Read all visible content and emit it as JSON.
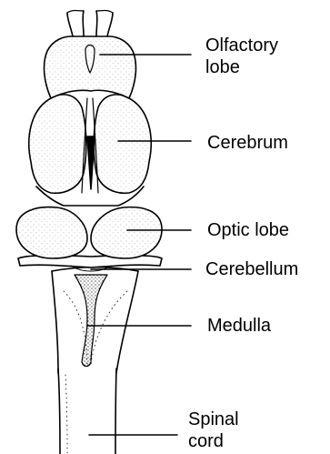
{
  "diagram": {
    "labels": {
      "olfactory_lobe": {
        "line1": "Olfactory",
        "line2": "lobe"
      },
      "cerebrum": "Cerebrum",
      "optic_lobe": "Optic lobe",
      "cerebellum": "Cerebellum",
      "medulla": "Medulla",
      "spinal_cord": {
        "line1": "Spinal",
        "line2": "cord"
      }
    },
    "colors": {
      "ink": "#000000",
      "background": "#ffffff"
    }
  }
}
